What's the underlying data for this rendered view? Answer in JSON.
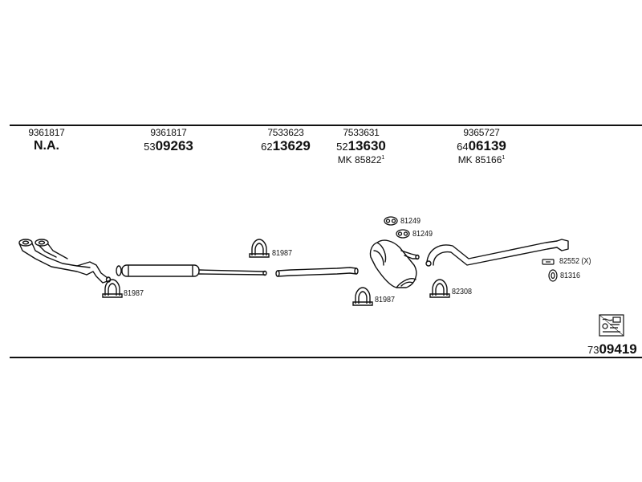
{
  "columns": [
    {
      "id": "front-pipe",
      "code": "9361817",
      "pn_text": "N.A.",
      "is_na": true
    },
    {
      "id": "middle-silencer",
      "code": "9361817",
      "pn_prefix": "53",
      "pn_main": "09263"
    },
    {
      "id": "connecting-pipe",
      "code": "7533623",
      "pn_prefix": "62",
      "pn_main": "13629"
    },
    {
      "id": "rear-silencer",
      "code": "7533631",
      "pn_prefix": "52",
      "pn_main": "13630",
      "mk": "MK  85822",
      "mk_sup": "1"
    },
    {
      "id": "tail-pipe",
      "code": "9365727",
      "pn_prefix": "64",
      "pn_main": "06139",
      "mk": "MK  85166",
      "mk_sup": "1"
    }
  ],
  "part_labels": {
    "clamp_1": "81987",
    "clamp_2": "81987",
    "clamp_3": "81987",
    "clamp_4": "82308",
    "ring_1": "81249",
    "ring_2": "81249",
    "mount_1": "82552 (X)",
    "mount_2": "81316"
  },
  "assembly_total": {
    "prefix": "73",
    "main": "09419"
  },
  "icons": [
    "clamp-icon",
    "rubber-ring-icon",
    "mounting-bracket-icon",
    "fitting-kit-icon"
  ],
  "colors": {
    "line": "#111111",
    "background": "#ffffff"
  }
}
